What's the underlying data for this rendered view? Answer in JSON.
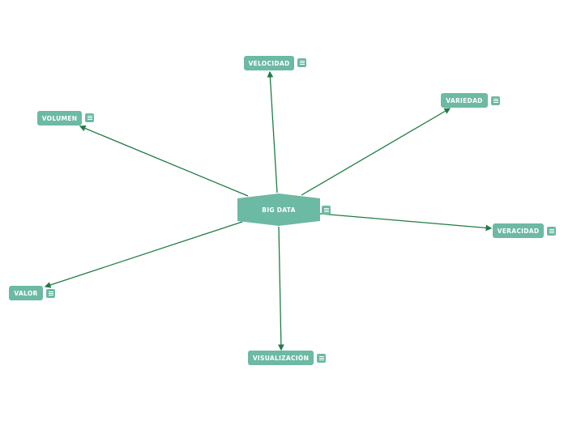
{
  "central_topic": {
    "label": "BIG DATA"
  },
  "topics": [
    {
      "id": "velocidad",
      "label": "VELOCIDAD"
    },
    {
      "id": "volumen",
      "label": "VOLUMEN"
    },
    {
      "id": "variedad",
      "label": "VARIEDAD"
    },
    {
      "id": "veracidad",
      "label": "VERACIDAD"
    },
    {
      "id": "valor",
      "label": "VALOR"
    },
    {
      "id": "visualizacion",
      "label": "VISUALIZACIÓN"
    }
  ],
  "icons": {
    "note": "note-icon"
  },
  "colors": {
    "node": "#6cb9a4",
    "link": "#1e7d45",
    "text": "#ffffff"
  }
}
